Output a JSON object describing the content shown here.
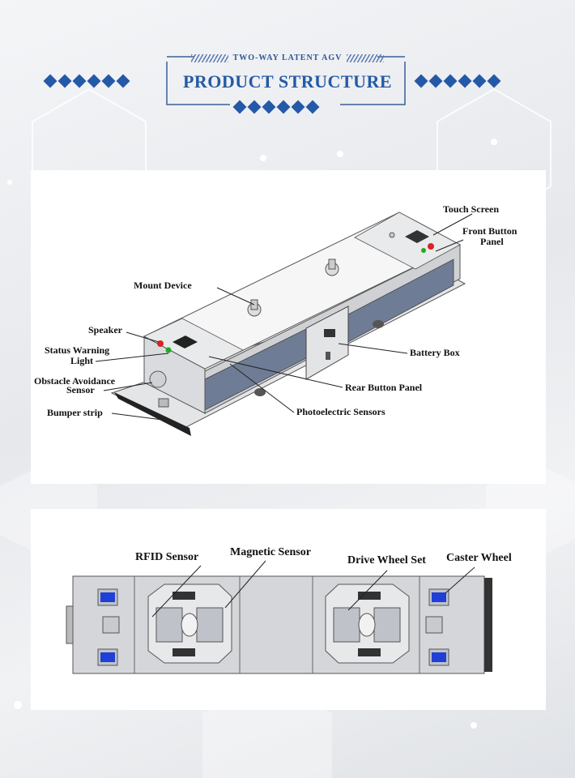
{
  "header": {
    "subtitle": "TWO-WAY LATENT AGV",
    "title": "PRODUCT STRUCTURE"
  },
  "isometric_view": {
    "labels": {
      "touch_screen": "Touch Screen",
      "front_button_panel_1": "Front Button",
      "front_button_panel_2": "Panel",
      "mount_device": "Mount Device",
      "speaker": "Speaker",
      "status_warning_light_1": "Status Warning",
      "status_warning_light_2": "Light",
      "obstacle_sensor_1": "Obstacle Avoidance",
      "obstacle_sensor_2": "Sensor",
      "bumper_strip": "Bumper strip",
      "battery_box": "Battery Box",
      "rear_button_panel": "Rear Button Panel",
      "photoelectric_sensors": "Photoelectric Sensors"
    }
  },
  "bottom_view": {
    "labels": {
      "rfid_sensor": "RFID Sensor",
      "magnetic_sensor": "Magnetic Sensor",
      "drive_wheel_set": "Drive Wheel Set",
      "caster_wheel": "Caster Wheel"
    }
  },
  "colors": {
    "accent": "#245aa7",
    "body_gray": "#d4d6d9",
    "side_panel": "#6f7c95",
    "caster_blue": "#1f3fd6"
  }
}
